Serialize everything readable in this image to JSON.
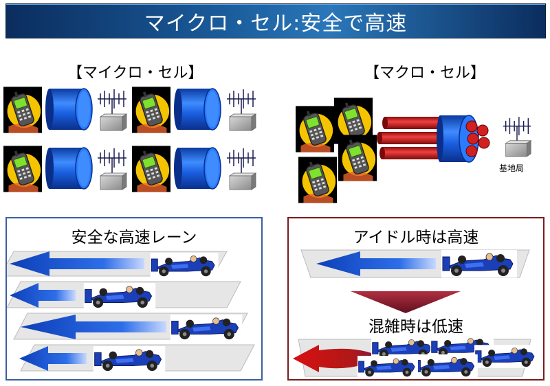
{
  "title": "マイクロ・セル:安全で高速",
  "micro_cell": {
    "label": "【マイクロ・セル】"
  },
  "macro_cell": {
    "label": "【マクロ・セル】",
    "base_station_label": "基地局"
  },
  "lanes_box": {
    "title": "安全な高速レーン",
    "border_color": "#3a5fa0"
  },
  "idle_box": {
    "title": "アイドル時は高速",
    "congested_title": "混雑時は低速",
    "border_color": "#7a1b1b"
  },
  "colors": {
    "title_bar": "#1a5b9a",
    "blue_pipe": "#1565d8",
    "red_pipe": "#cc1f1f",
    "phone_circle": "#f5c400",
    "blue_arrow": "#1a56c8",
    "red_arrow": "#c81414",
    "down_arrow": "#8a1a28"
  }
}
